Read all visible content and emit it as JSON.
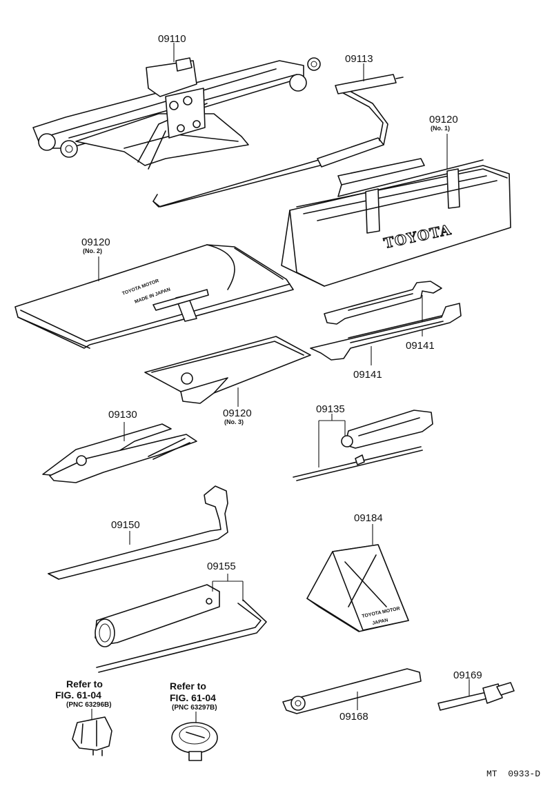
{
  "parts": {
    "jack": {
      "number": "09110"
    },
    "jack_handle": {
      "number": "09113"
    },
    "tool_bag_no1": {
      "number": "09120",
      "sub": "(No. 1)",
      "brand": "TOYOTA"
    },
    "tool_roll_no2": {
      "number": "09120",
      "sub": "(No. 2)",
      "imprint_line1": "TOYOTA MOTOR",
      "imprint_line2": "MADE IN JAPAN"
    },
    "wrench_upper": {
      "number": "09141"
    },
    "wrench_lower": {
      "number": "09141"
    },
    "pouch_no3": {
      "number": "09120",
      "sub": "(No. 3)"
    },
    "pliers": {
      "number": "09130"
    },
    "screwdriver": {
      "number": "09135"
    },
    "lug_wrench": {
      "number": "09150"
    },
    "wheel_chock": {
      "number": "09184",
      "imprint_line1": "TOYOTA MOTOR",
      "imprint_line2": "JAPAN"
    },
    "plug_wrench": {
      "number": "09155"
    },
    "ratchet_handle": {
      "number": "09168"
    },
    "extension_bar": {
      "number": "09169"
    }
  },
  "references": [
    {
      "line1": "Refer to",
      "line2": "FIG. 61-04",
      "pnc": "(PNC 63296B)"
    },
    {
      "line1": "Refer to",
      "line2": "FIG. 61-04",
      "pnc": "(PNC 63297B)"
    }
  ],
  "footer": {
    "code": "MT  0933-D"
  }
}
